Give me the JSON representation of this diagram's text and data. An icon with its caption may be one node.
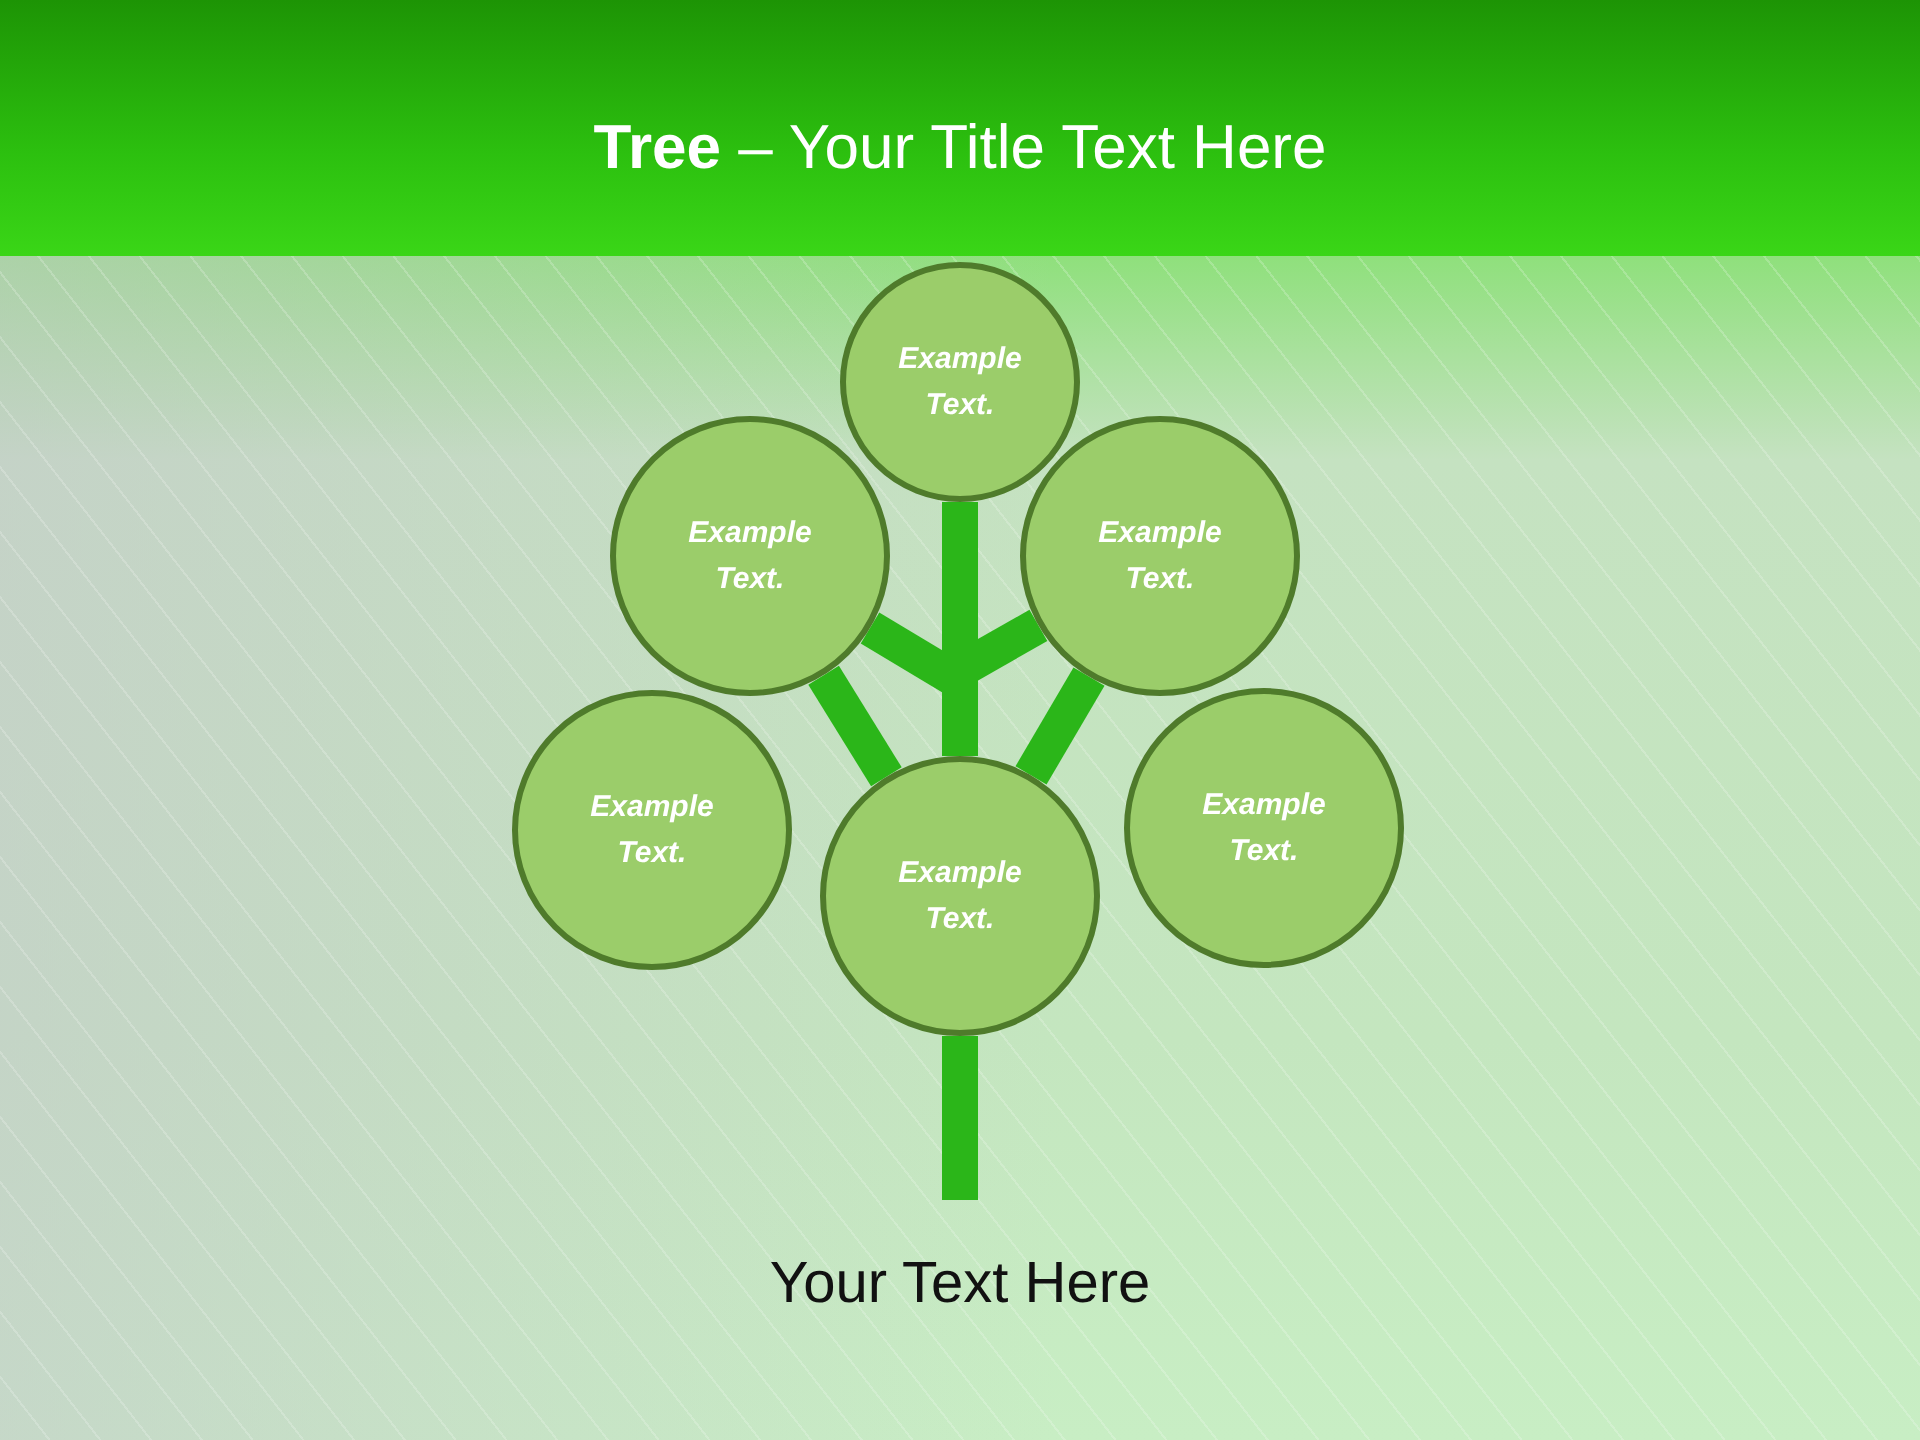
{
  "diagram": {
    "title": "**Tree** – Your Title Text Here",
    "caption": "Your Text Here",
    "nodes": [
      {
        "text": [
          "Example Text."
        ]
      },
      {
        "text": [
          "Example Text."
        ]
      },
      {
        "text": [
          "Example Text."
        ]
      },
      {
        "text": [
          "Example Text."
        ]
      },
      {
        "text": [
          "Example Text."
        ]
      },
      {
        "text": [
          "Example Text."
        ]
      }
    ],
    "edges": [
      {
        "from": 4,
        "to": 0,
        "arrow": "none"
      },
      {
        "from": 4,
        "to": 1,
        "arrow": "none"
      },
      {
        "from": 4,
        "to": 2,
        "arrow": "none"
      },
      {
        "from": null,
        "to": 1,
        "arrow": "none"
      },
      {
        "from": null,
        "to": 2,
        "arrow": "none"
      },
      {
        "from": 4,
        "to": null,
        "arrow": "none"
      }
    ]
  }
}
